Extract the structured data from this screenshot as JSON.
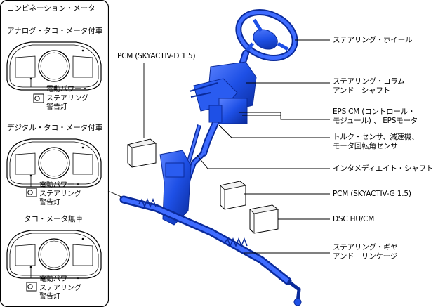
{
  "meter_panel": {
    "title": "コンビネーション・メータ",
    "groups": [
      {
        "heading": "アナログ・タコ・メータ付車",
        "warning": "電動パワー・\nステアリング\n警告灯"
      },
      {
        "heading": "デジタル・タコ・メータ付車",
        "warning": "電動パワー・\nステアリング\n警告灯"
      },
      {
        "heading": "タコ・メータ無車",
        "warning": "電動パワー・\nステアリング\n警告灯"
      }
    ]
  },
  "labels": {
    "pcm_d": "PCM (SKYACTIV-D 1.5)",
    "steering_wheel": "ステアリング・ホイール",
    "column_shaft": "ステアリング・コラム\nアンド　シャフト",
    "eps_cm": "EPS CM (コントロール・\nモジュール) 、 EPSモータ",
    "torque_sensor": "トルク・センサ、減速機、\nモータ回転角センサ",
    "intermediate_shaft": "インタメディエイト・シャフト",
    "pcm_g": "PCM (SKYACTIV-G 1.5)",
    "dsc": "DSC HU/CM",
    "gear_linkage": "ステアリング・ギヤ\nアンド　リンケージ"
  },
  "colors": {
    "component_blue": "#1e50e6",
    "component_dark": "#0a2a9a",
    "line": "#000000"
  }
}
